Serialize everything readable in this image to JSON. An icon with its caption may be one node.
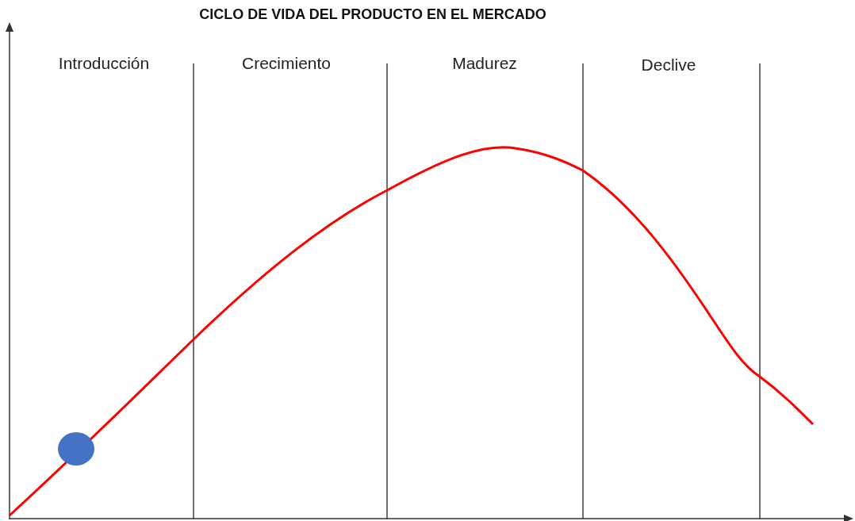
{
  "diagram": {
    "title": "CICLO DE VIDA DEL PRODUCTO EN EL MERCADO",
    "labels": [
      "Introducción",
      "Crecimiento",
      "Madurez",
      "Declive"
    ]
  }
}
